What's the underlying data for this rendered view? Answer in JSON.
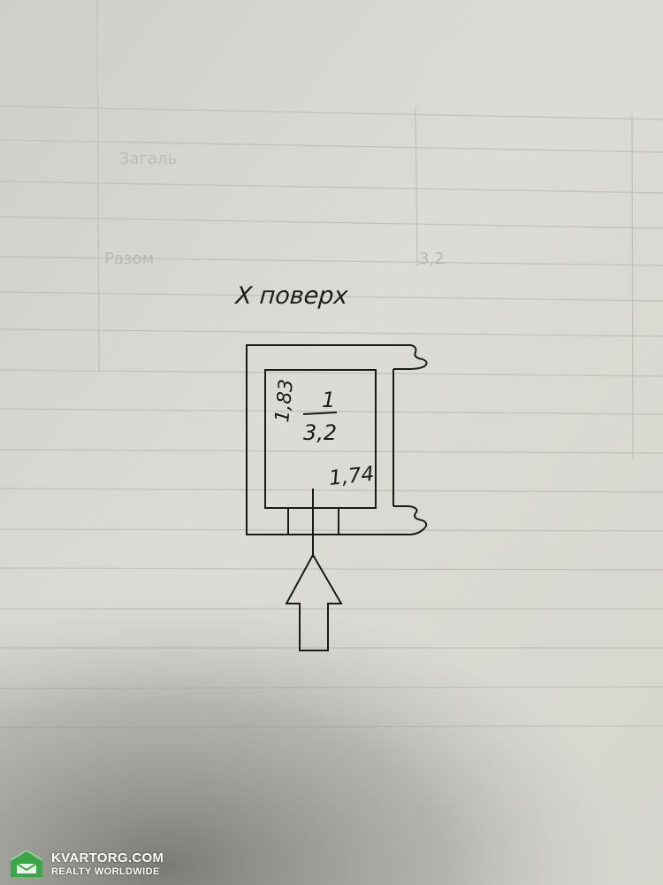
{
  "plan": {
    "floor_label": "X поверх",
    "room_number": "1",
    "room_area": "3,2",
    "room_height_dim": "1,83",
    "room_width_dim": "1,74"
  },
  "faded_form": {
    "text_1": "Загаль",
    "text_2": "Разом",
    "text_3": "3,2"
  },
  "watermark": {
    "name": "KVARTORG.COM",
    "tagline": "REALTY WORLDWIDE"
  }
}
